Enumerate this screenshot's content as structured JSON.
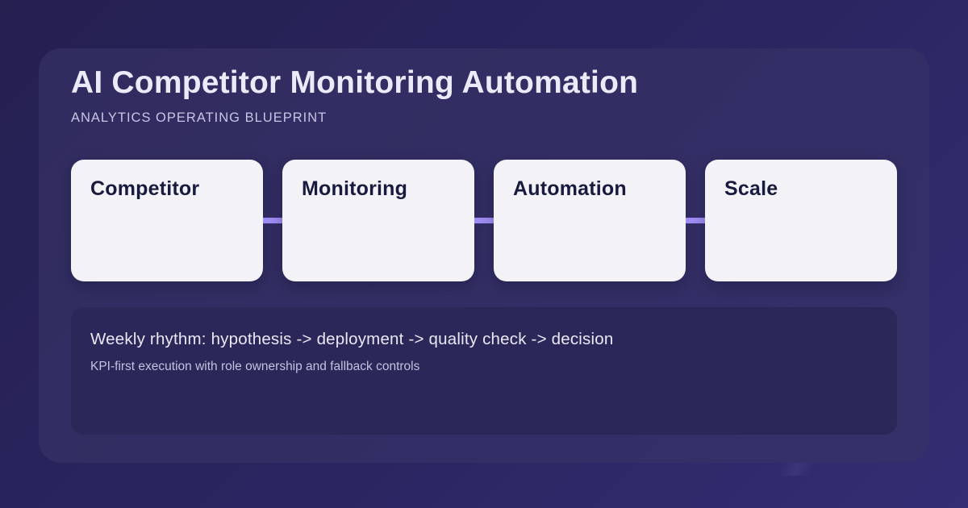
{
  "card": {
    "title": "AI Competitor Monitoring Automation",
    "subtitle": "ANALYTICS OPERATING BLUEPRINT"
  },
  "pipeline": {
    "steps": [
      {
        "label": "Competitor"
      },
      {
        "label": "Monitoring"
      },
      {
        "label": "Automation"
      },
      {
        "label": "Scale"
      }
    ]
  },
  "summary": {
    "headline": "Weekly rhythm: hypothesis -> deployment -> quality check -> decision",
    "subtext": "KPI-first execution with role ownership and fallback controls"
  },
  "colors": {
    "background_start": "#252050",
    "background_end": "#342d73",
    "main_panel": "#322d64",
    "step_card": "#f2f2f7",
    "step_text": "#191b3e",
    "connector": "#9d8cf1",
    "summary_panel": "#2b2859",
    "title_text": "#eaeaf8",
    "subtitle_text": "#c7c5e6"
  }
}
